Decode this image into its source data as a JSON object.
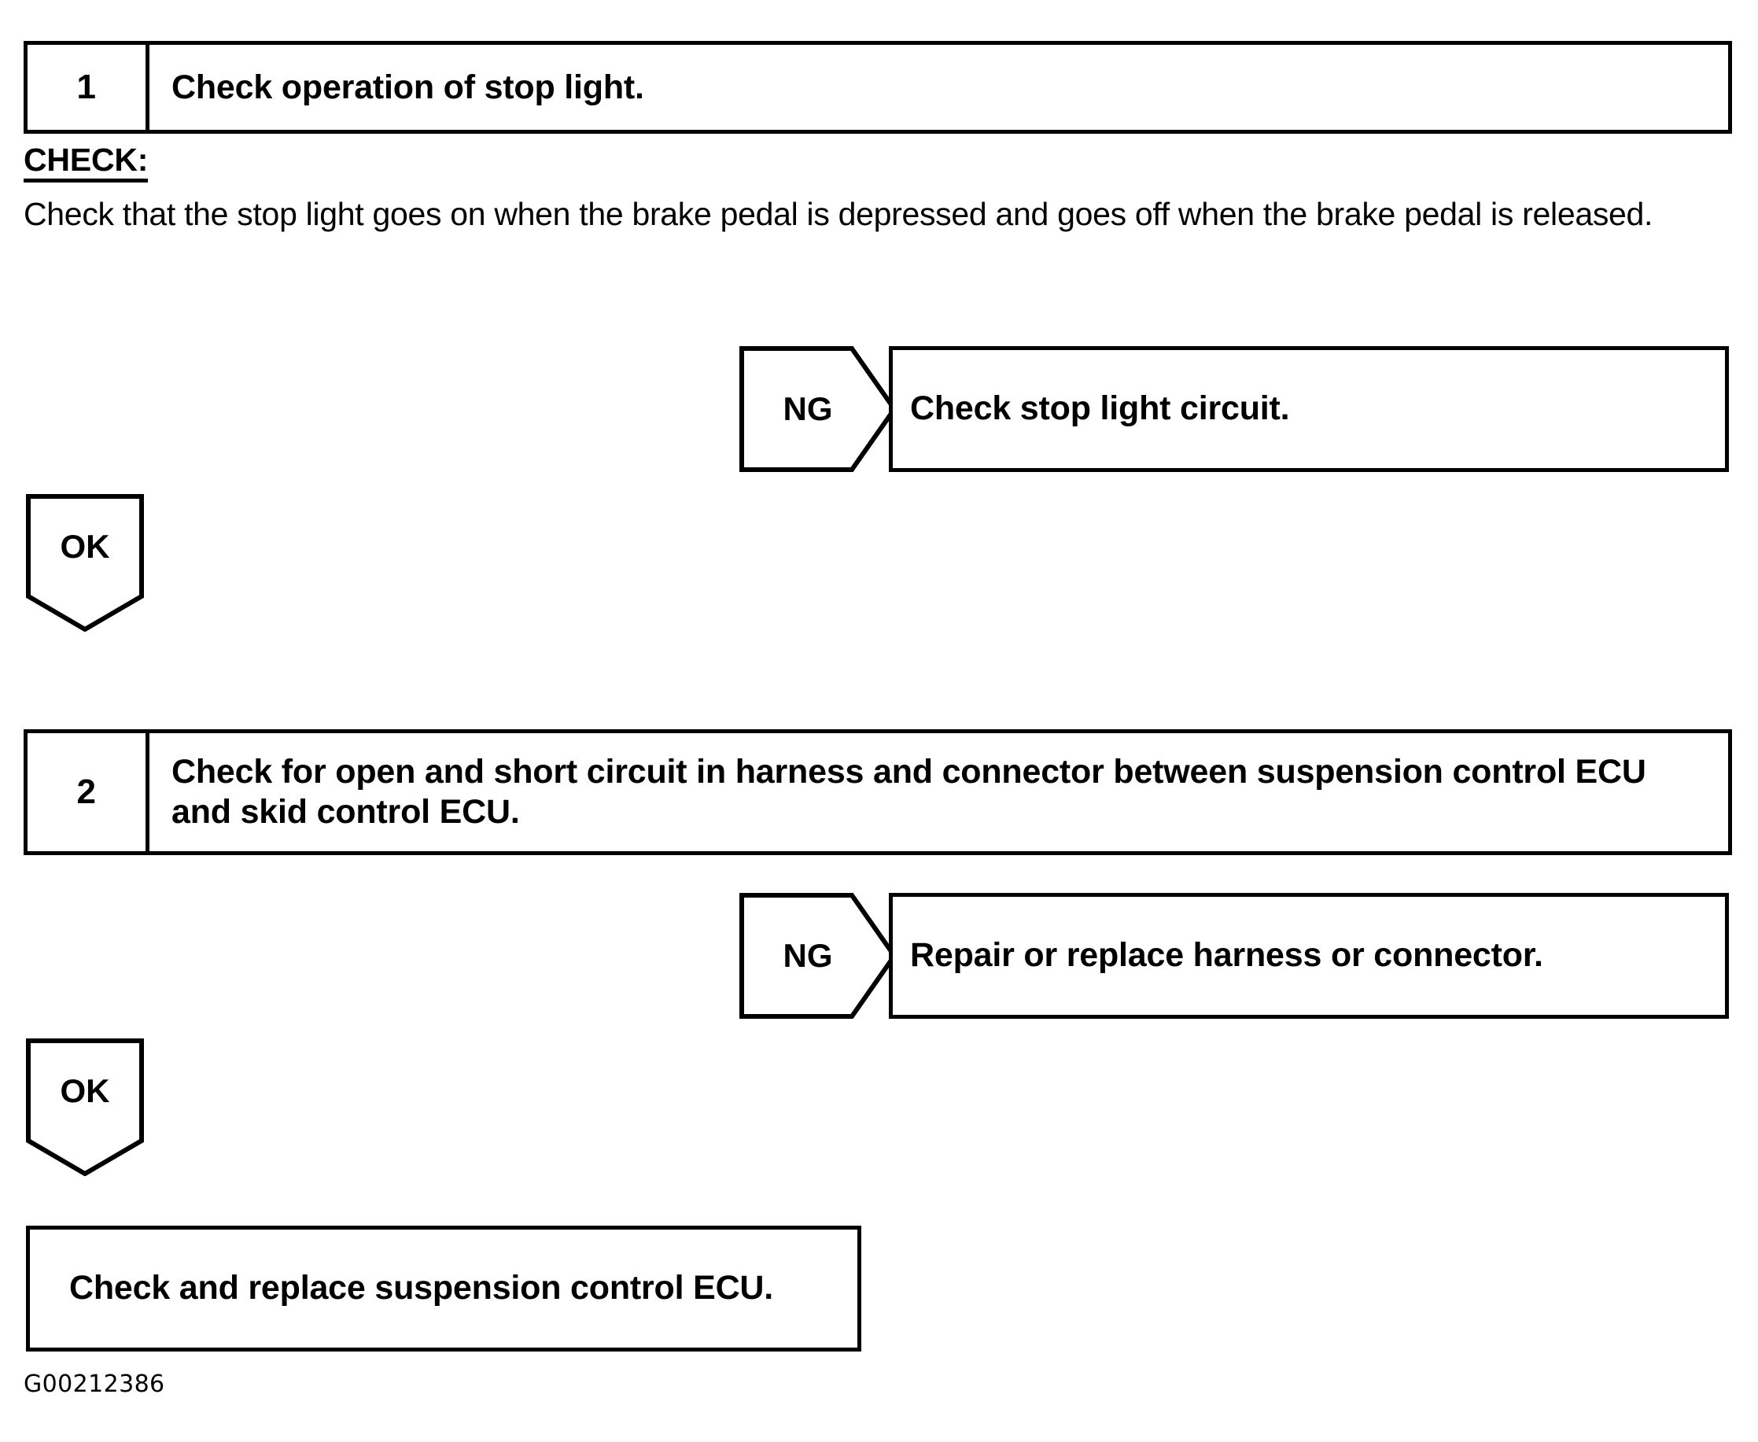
{
  "document": {
    "type": "troubleshooting-flowchart",
    "footer_code": "G00212386"
  },
  "steps": [
    {
      "number": "1",
      "title": "Check operation of stop light.",
      "check_label": "CHECK:",
      "check_body": "Check that the stop light goes on when the brake pedal is depressed and goes off when the brake pedal is released.",
      "ng_label": "NG",
      "ng_result": "Check stop light circuit.",
      "ok_label": "OK"
    },
    {
      "number": "2",
      "title": "Check for open and short circuit in harness and connector between suspension control ECU and skid control ECU.",
      "ng_label": "NG",
      "ng_result": "Repair or replace harness or connector.",
      "ok_label": "OK"
    }
  ],
  "final": {
    "action": "Check and replace suspension control ECU."
  }
}
